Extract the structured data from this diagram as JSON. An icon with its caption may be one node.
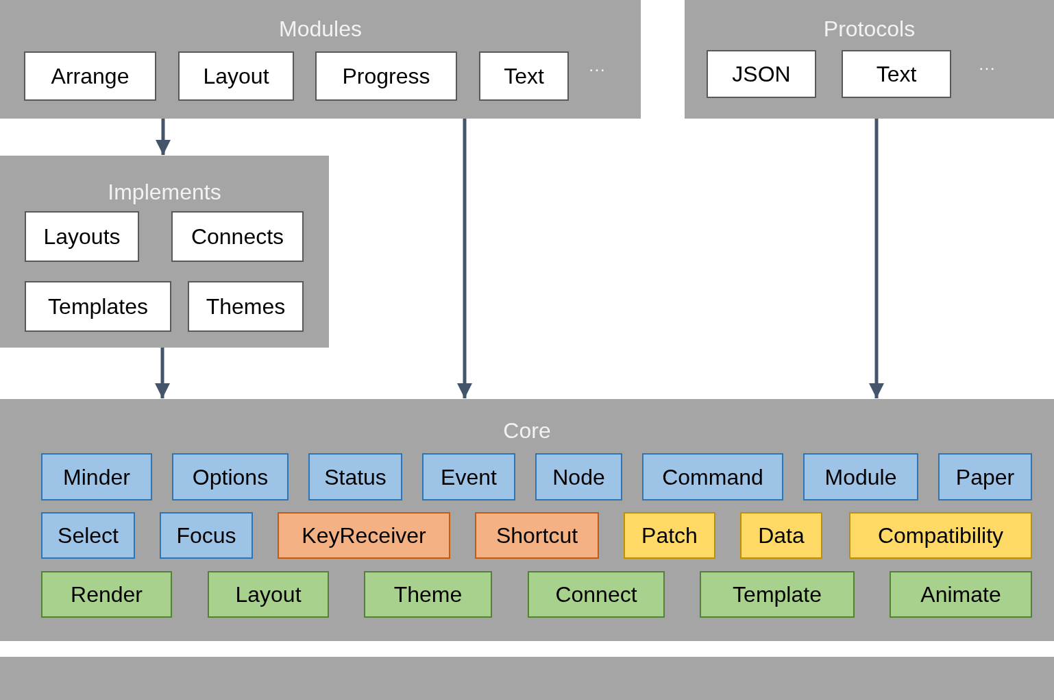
{
  "diagram": {
    "nodes": [
      {
        "text": [
          "Modules",
          "…"
        ]
      },
      {
        "text": [
          "Arrange"
        ],
        "in": 0
      },
      {
        "text": [
          "Layout"
        ],
        "in": 0
      },
      {
        "text": [
          "Progress"
        ],
        "in": 0
      },
      {
        "text": [
          "Text"
        ],
        "in": 0
      },
      {
        "text": [
          "Protocols",
          "…"
        ]
      },
      {
        "text": [
          "JSON"
        ],
        "in": 5
      },
      {
        "text": [
          "Text"
        ],
        "in": 5
      },
      {
        "text": [
          "Implements"
        ]
      },
      {
        "text": [
          "Layouts"
        ],
        "in": 8
      },
      {
        "text": [
          "Connects"
        ],
        "in": 8
      },
      {
        "text": [
          "Templates"
        ],
        "in": 8
      },
      {
        "text": [
          "Themes"
        ],
        "in": 8
      },
      {
        "text": [
          "Core"
        ]
      },
      {
        "text": [
          "Minder"
        ],
        "in": 13
      },
      {
        "text": [
          "Options"
        ],
        "in": 13
      },
      {
        "text": [
          "Status"
        ],
        "in": 13
      },
      {
        "text": [
          "Event"
        ],
        "in": 13
      },
      {
        "text": [
          "Node"
        ],
        "in": 13
      },
      {
        "text": [
          "Command"
        ],
        "in": 13
      },
      {
        "text": [
          "Module"
        ],
        "in": 13
      },
      {
        "text": [
          "Paper"
        ],
        "in": 13
      },
      {
        "text": [
          "Select"
        ],
        "in": 13
      },
      {
        "text": [
          "Focus"
        ],
        "in": 13
      },
      {
        "text": [
          "KeyReceiver"
        ],
        "in": 13
      },
      {
        "text": [
          "Shortcut"
        ],
        "in": 13
      },
      {
        "text": [
          "Patch"
        ],
        "in": 13
      },
      {
        "text": [
          "Data"
        ],
        "in": 13
      },
      {
        "text": [
          "Compatibility"
        ],
        "in": 13
      },
      {
        "text": [
          "Render"
        ],
        "in": 13
      },
      {
        "text": [
          "Layout"
        ],
        "in": 13
      },
      {
        "text": [
          "Theme"
        ],
        "in": 13
      },
      {
        "text": [
          "Connect"
        ],
        "in": 13
      },
      {
        "text": [
          "Template"
        ],
        "in": 13
      },
      {
        "text": [
          "Animate"
        ],
        "in": 13
      },
      {
        "text": [],
        "shape": "bar"
      }
    ],
    "edges": [
      {
        "from": 0,
        "to": 8,
        "arrow": "to"
      },
      {
        "from": 8,
        "to": 13,
        "arrow": "to"
      },
      {
        "from": 0,
        "to": 13,
        "arrow": "to"
      },
      {
        "from": 5,
        "to": 13,
        "arrow": "to"
      }
    ]
  }
}
